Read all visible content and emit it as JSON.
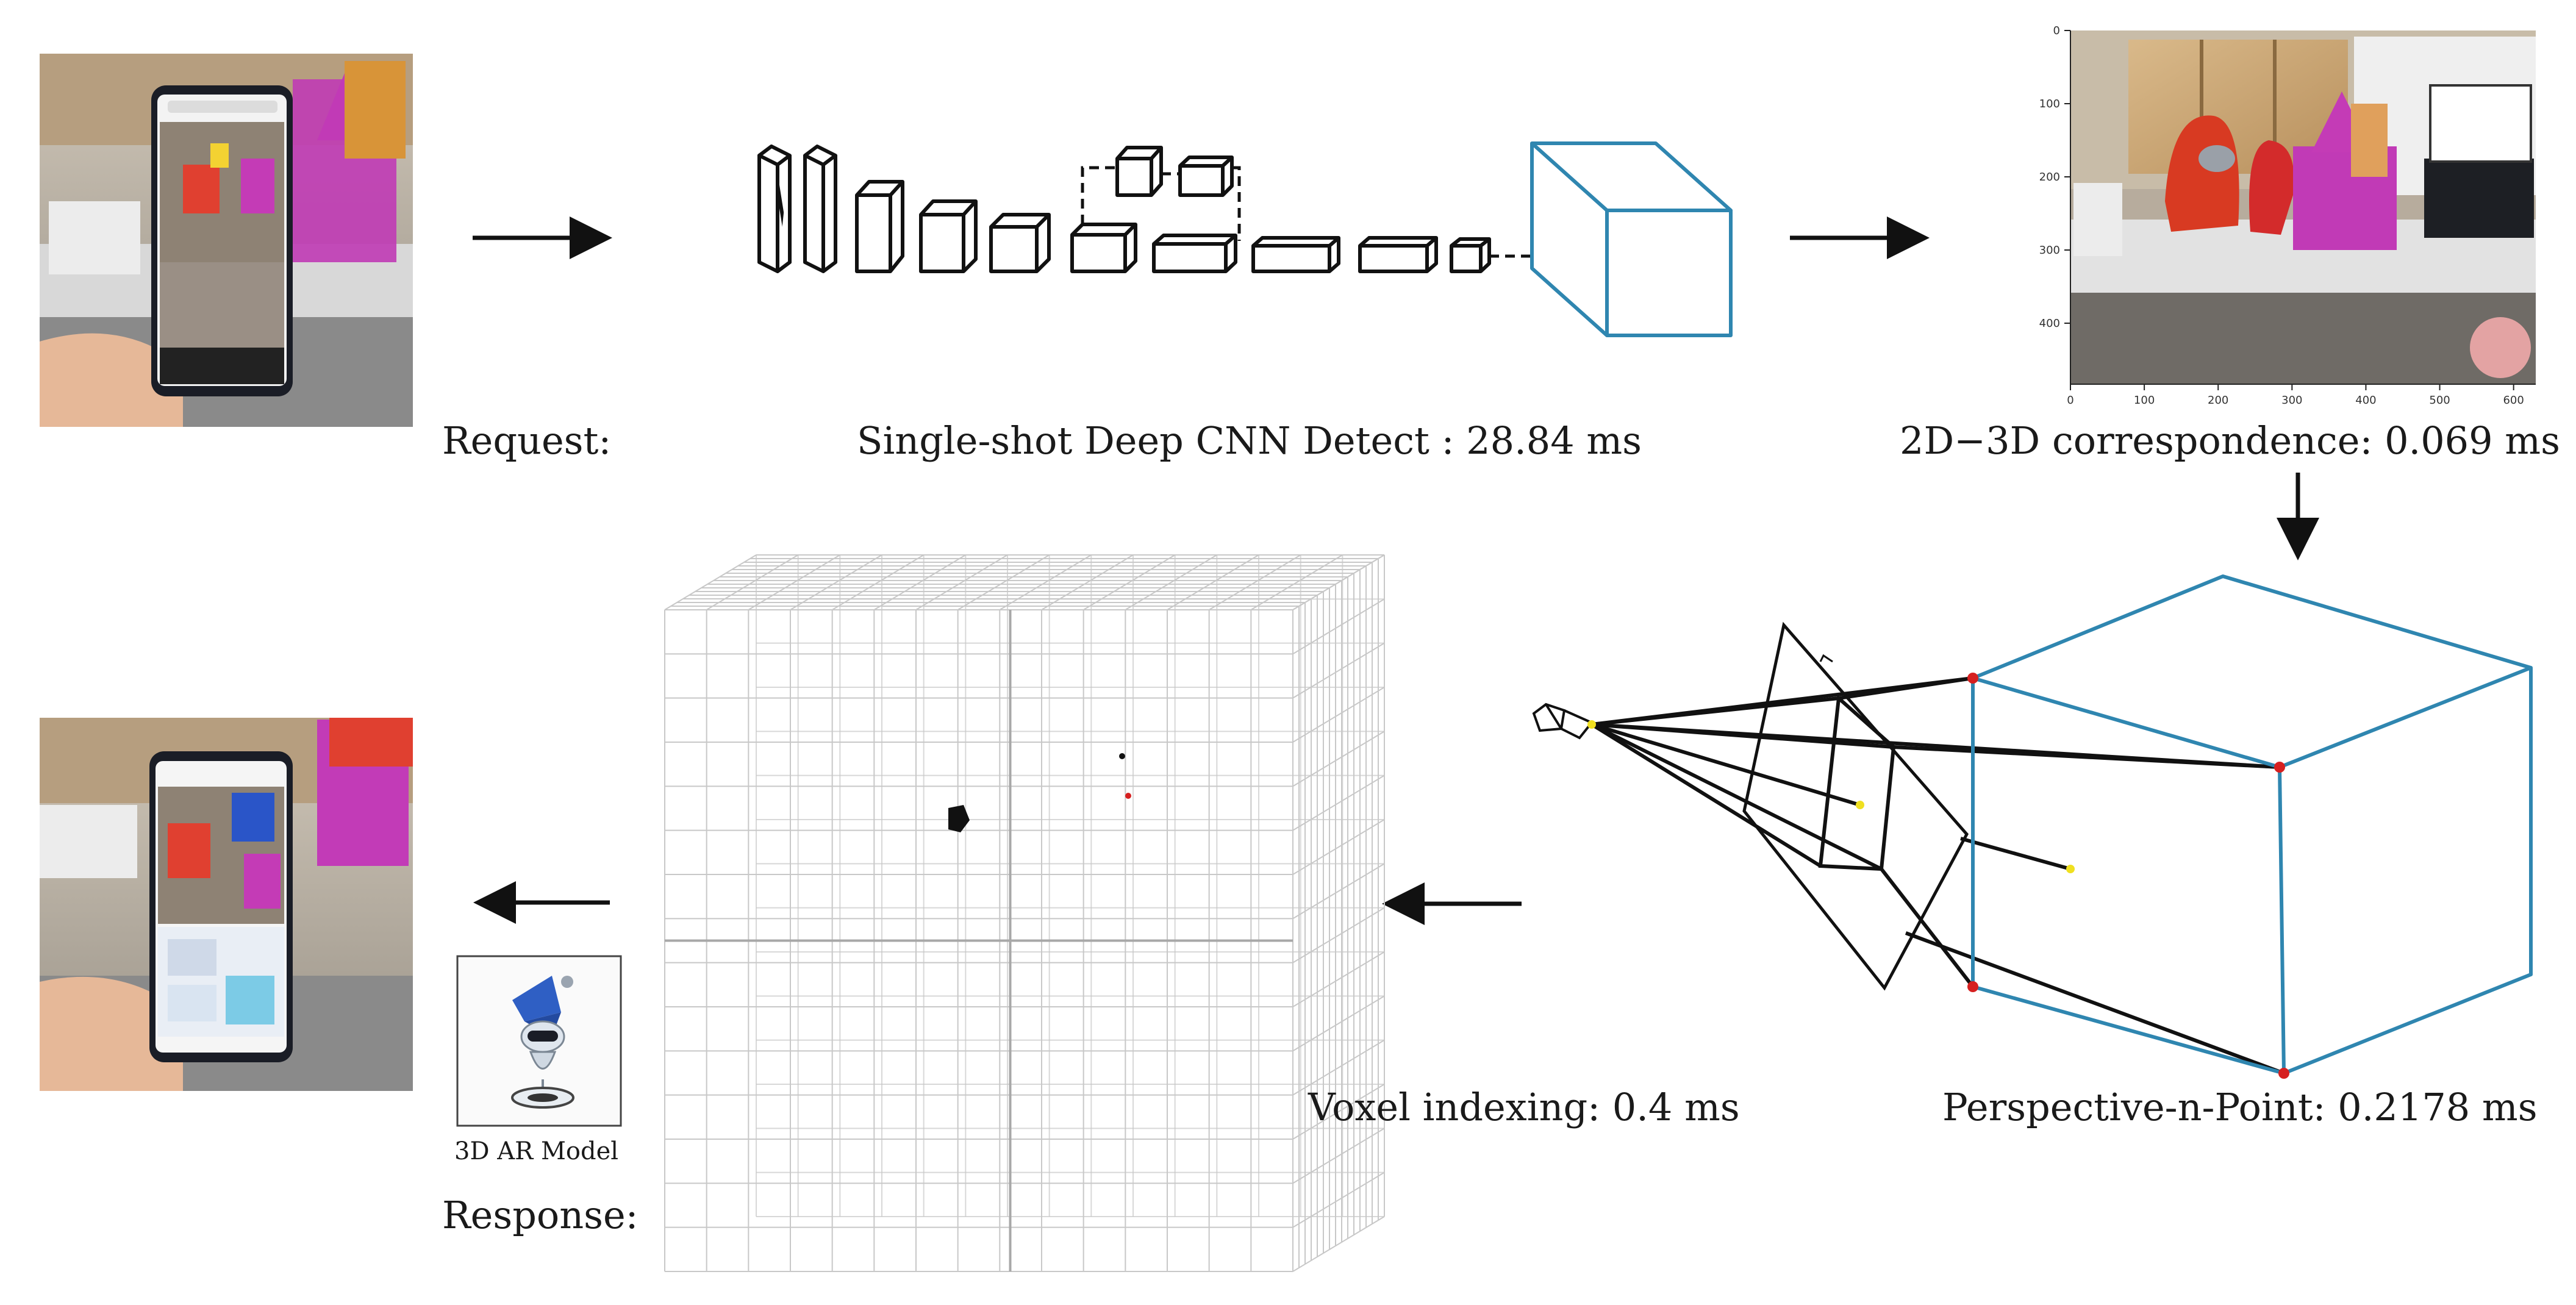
{
  "labels": {
    "request": "Request:",
    "cnn": "Single-shot Deep CNN Detect :  28.84 ms",
    "correspondence": "2D−3D correspondence: 0.069 ms",
    "pnp": "Perspective-n-Point:  0.2178 ms",
    "voxel": "Voxel indexing: 0.4 ms",
    "ar_model": "3D AR Model",
    "response": "Response:"
  },
  "plot_axes": {
    "x_ticks": [
      "0",
      "100",
      "200",
      "300",
      "400",
      "500",
      "600"
    ],
    "y_ticks": [
      "0",
      "100",
      "200",
      "300",
      "400"
    ]
  },
  "colors": {
    "cube_blue": "#2f86b0",
    "keypoint_red": "#d62020",
    "keypoint_yellow": "#f0e020",
    "grid_gray": "#c8c8c8",
    "ink": "#111111"
  },
  "icons": {
    "phone_request": "phone-camera-photo-icon",
    "phone_response": "phone-ar-result-icon",
    "robot": "ar-robot-model-icon"
  }
}
